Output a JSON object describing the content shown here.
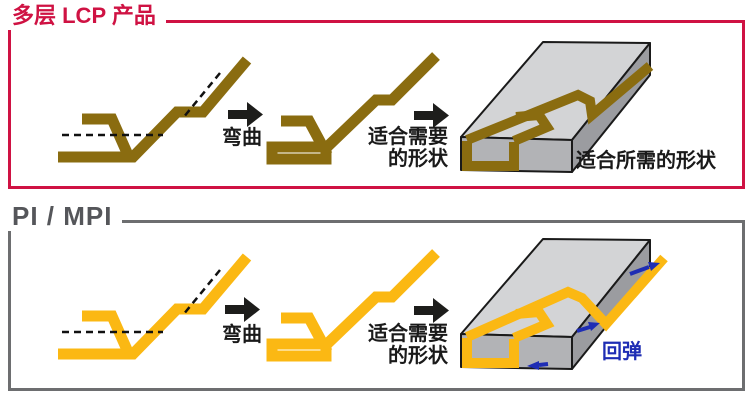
{
  "colors": {
    "accent_red": "#cf1243",
    "frame_gray": "#6d6e70",
    "title_gray": "#55565a",
    "cable_gold": "#8a6c10",
    "cable_yellow": "#fbb813",
    "arrow_black": "#1d1d1b",
    "dash_black": "#111111",
    "springback_blue": "#1e2db4",
    "block_top": "#d3d4d6",
    "block_front": "#b2b3b6",
    "block_side": "#9b9ca0",
    "outline_black": "#1a1a1a"
  },
  "sections": {
    "lcp": {
      "title": "多层 LCP 产品",
      "bend_label": "弯曲",
      "fit_label_line1": "适合需要",
      "fit_label_line2": "的形状",
      "result_label": "适合所需的形状"
    },
    "pi": {
      "title": "PI / MPI",
      "bend_label": "弯曲",
      "fit_label_line1": "适合需要",
      "fit_label_line2": "的形状",
      "springback_label": "回弹"
    }
  }
}
